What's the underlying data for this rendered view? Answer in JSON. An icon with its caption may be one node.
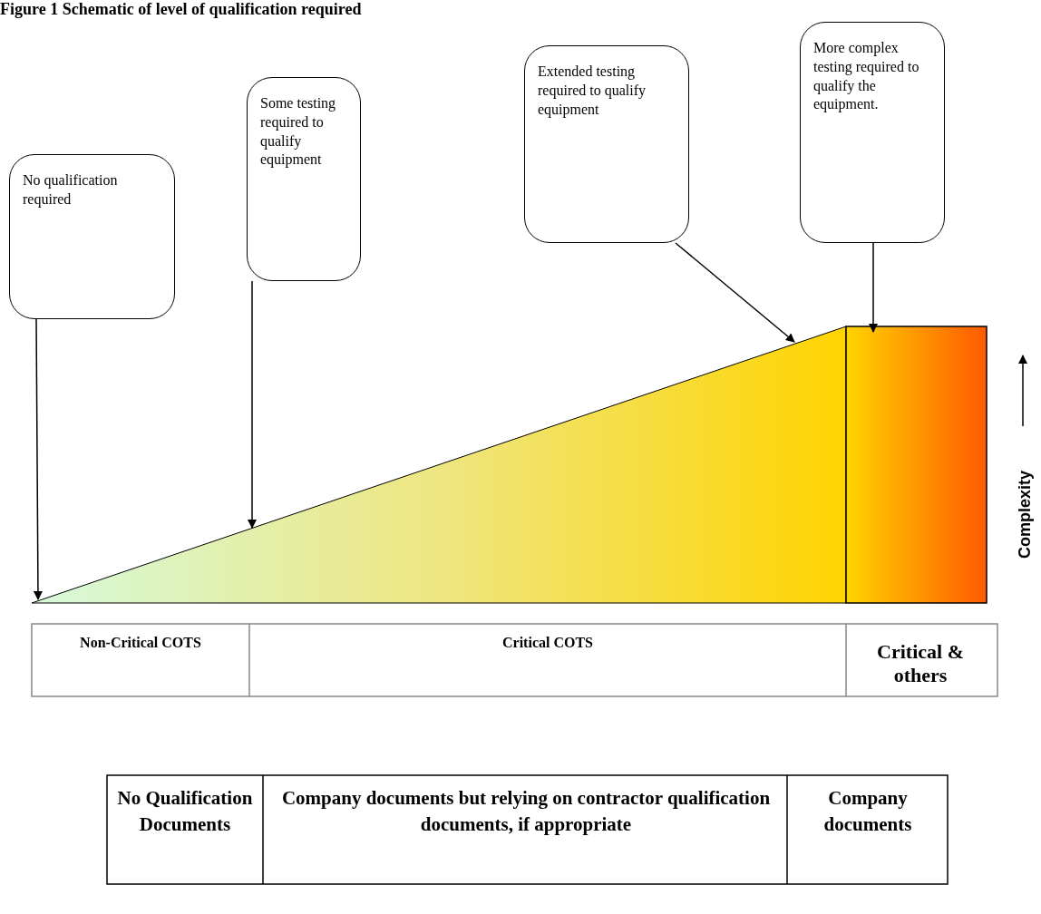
{
  "diagram": {
    "title": "Figure 1 Schematic of level of qualification required",
    "nodes": [
      {
        "text": [
          "No qualification required"
        ]
      },
      {
        "text": [
          "Some testing required to qualify equipment"
        ]
      },
      {
        "text": [
          "Extended testing required to qualify equipment"
        ]
      },
      {
        "text": [
          "More complex testing required to qualify the equipment."
        ]
      },
      {
        "text": [],
        "shape": "triangle"
      },
      {
        "text": [],
        "shape": "box"
      }
    ],
    "edges": [
      {
        "from": 0,
        "to": 4,
        "arrow": "to"
      },
      {
        "from": 1,
        "to": 4,
        "arrow": "to"
      },
      {
        "from": 2,
        "to": 4,
        "arrow": "to"
      },
      {
        "from": 3,
        "to": 5,
        "arrow": "to"
      }
    ],
    "labels": [
      "Complexity",
      "Non-Critical COTS",
      "Critical COTS",
      "Critical & others",
      "No Qualification Documents",
      "Company documents but relying on contractor qualification documents, if appropriate",
      "Company documents"
    ]
  }
}
